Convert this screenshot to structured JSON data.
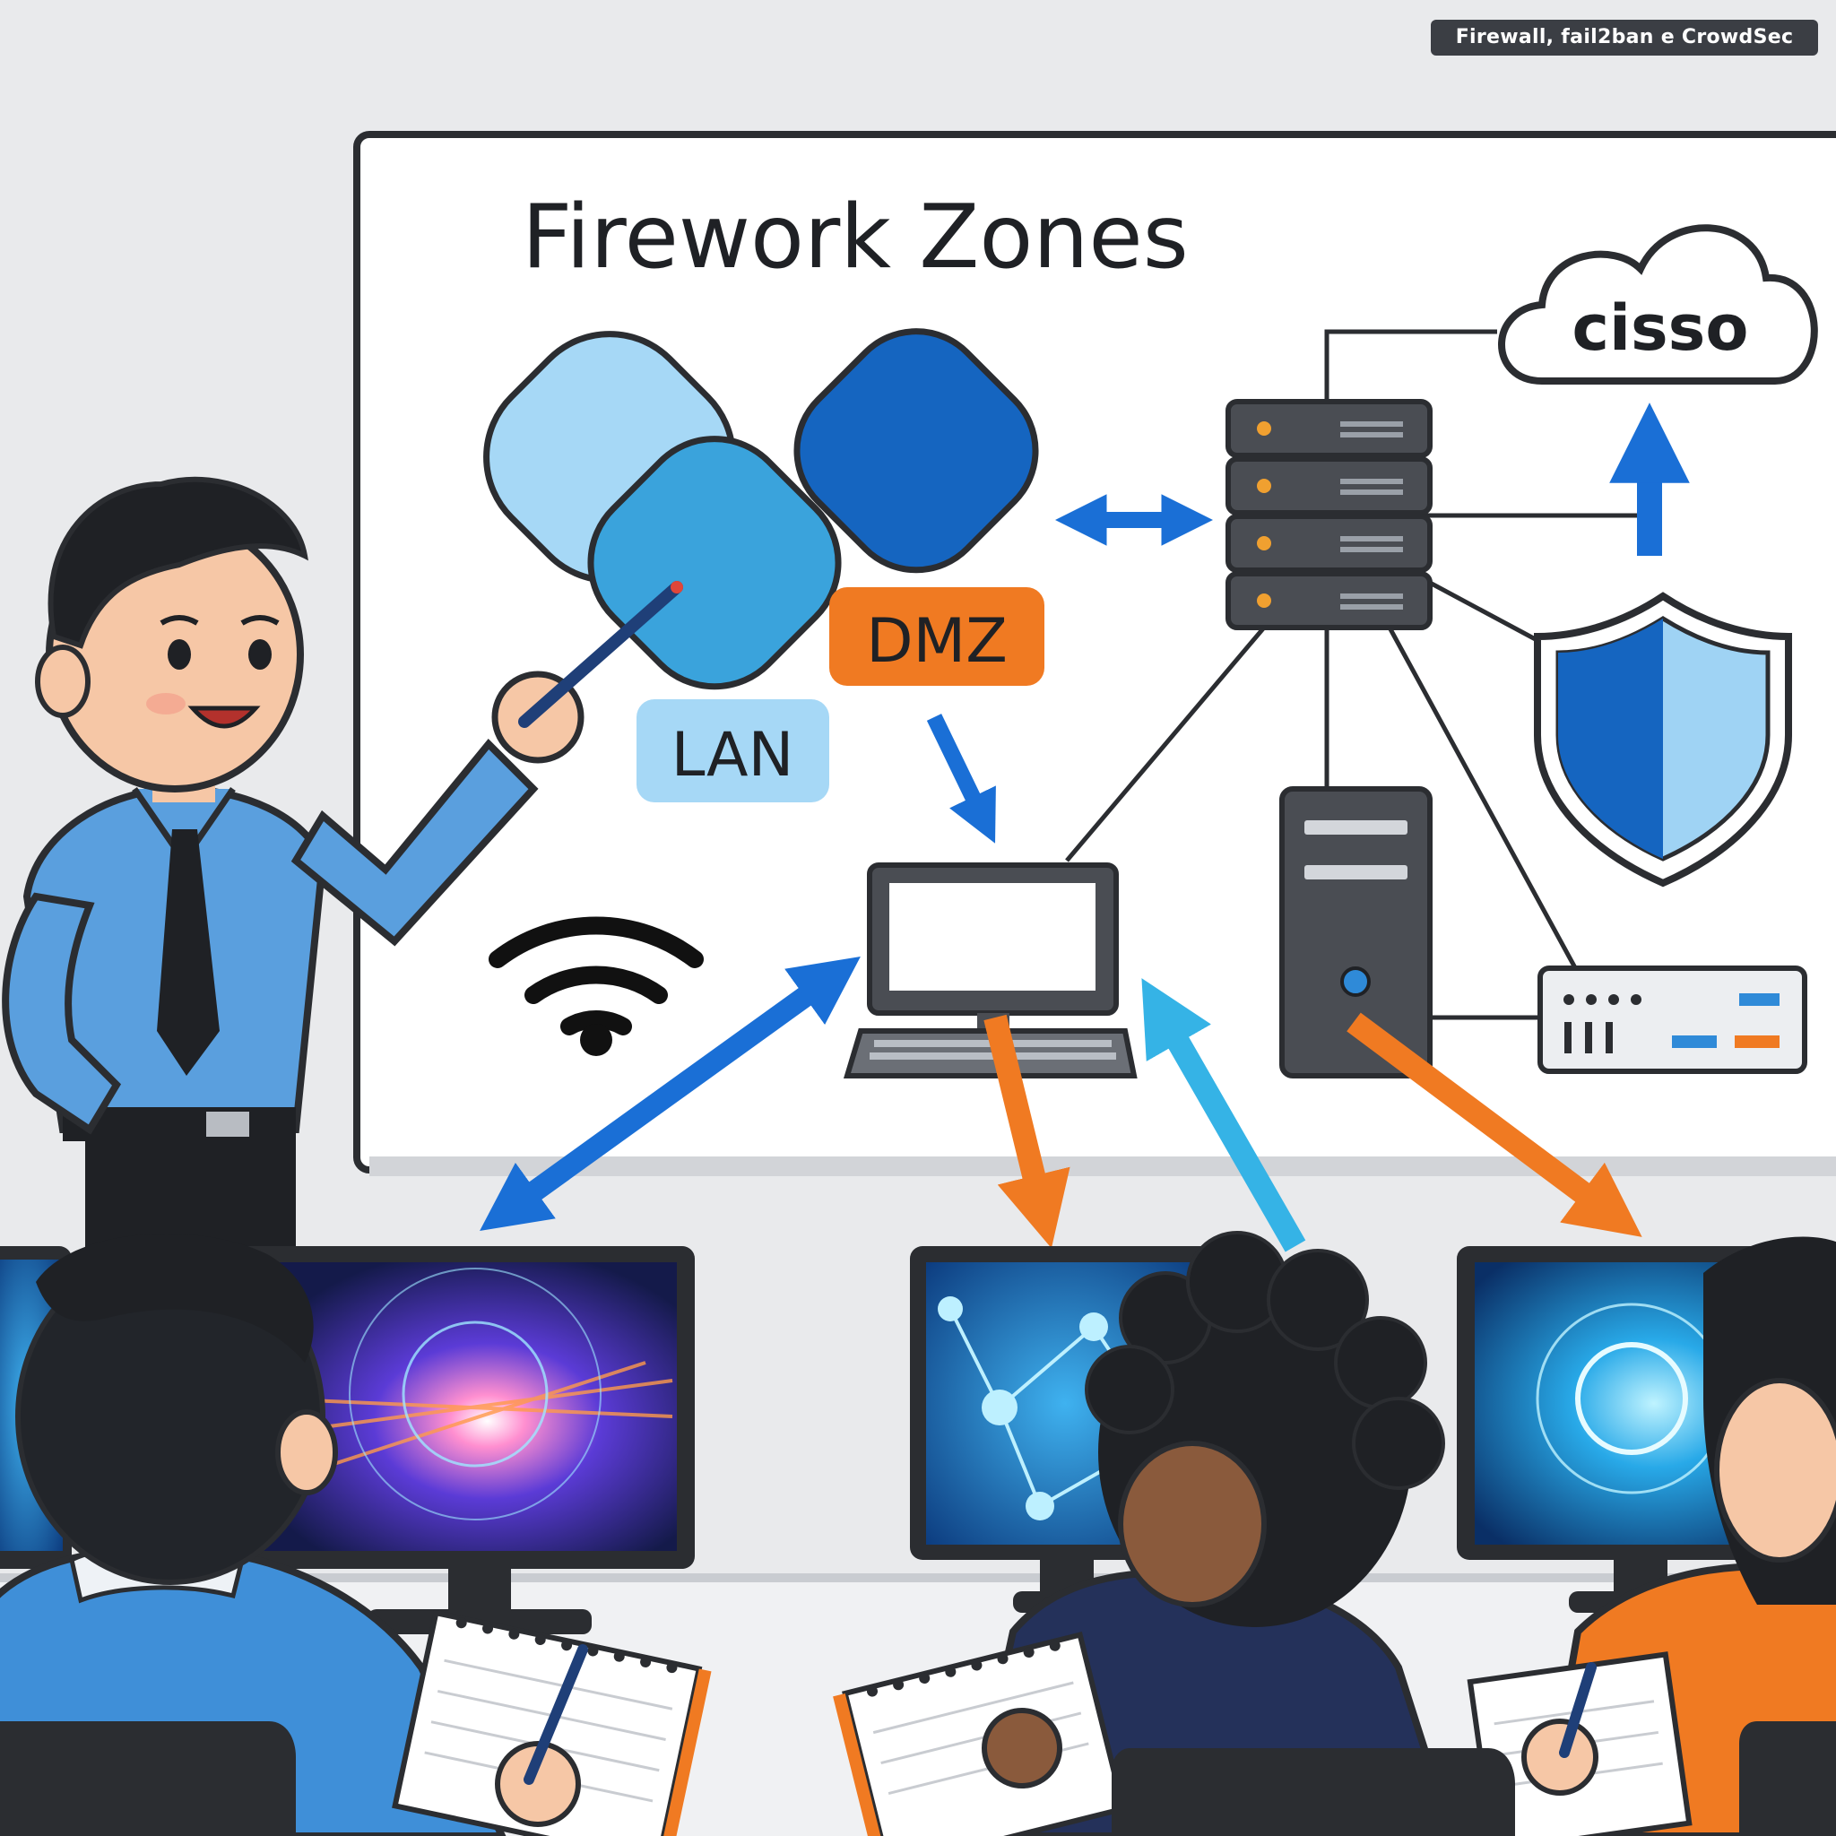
{
  "caption": "Firewall, fail2ban e CrowdSec",
  "whiteboard": {
    "title": "Firework Zones",
    "zone_labels": {
      "dmz": "DMZ",
      "lan": "LAN"
    },
    "cloud_label": "cisso"
  },
  "colors": {
    "background": "#e9eaec",
    "board": "#ffffff",
    "outline": "#2b2d31",
    "blue_dark": "#1565c0",
    "blue_mid": "#3aa3dc",
    "blue_light": "#9fd3f4",
    "orange": "#f07a22",
    "arrow_blue": "#1a6fd6",
    "arrow_cyan": "#35b3e6",
    "shirt": "#5a9fde",
    "skin": "#f6c7a6"
  },
  "icons": [
    "presenter",
    "pointer-stick",
    "wifi-icon",
    "server-rack-icon",
    "cloud-icon",
    "shield-icon",
    "desktop-computer-icon",
    "tower-pc-icon",
    "network-switch-icon",
    "student-monitor",
    "notebook-icon"
  ]
}
